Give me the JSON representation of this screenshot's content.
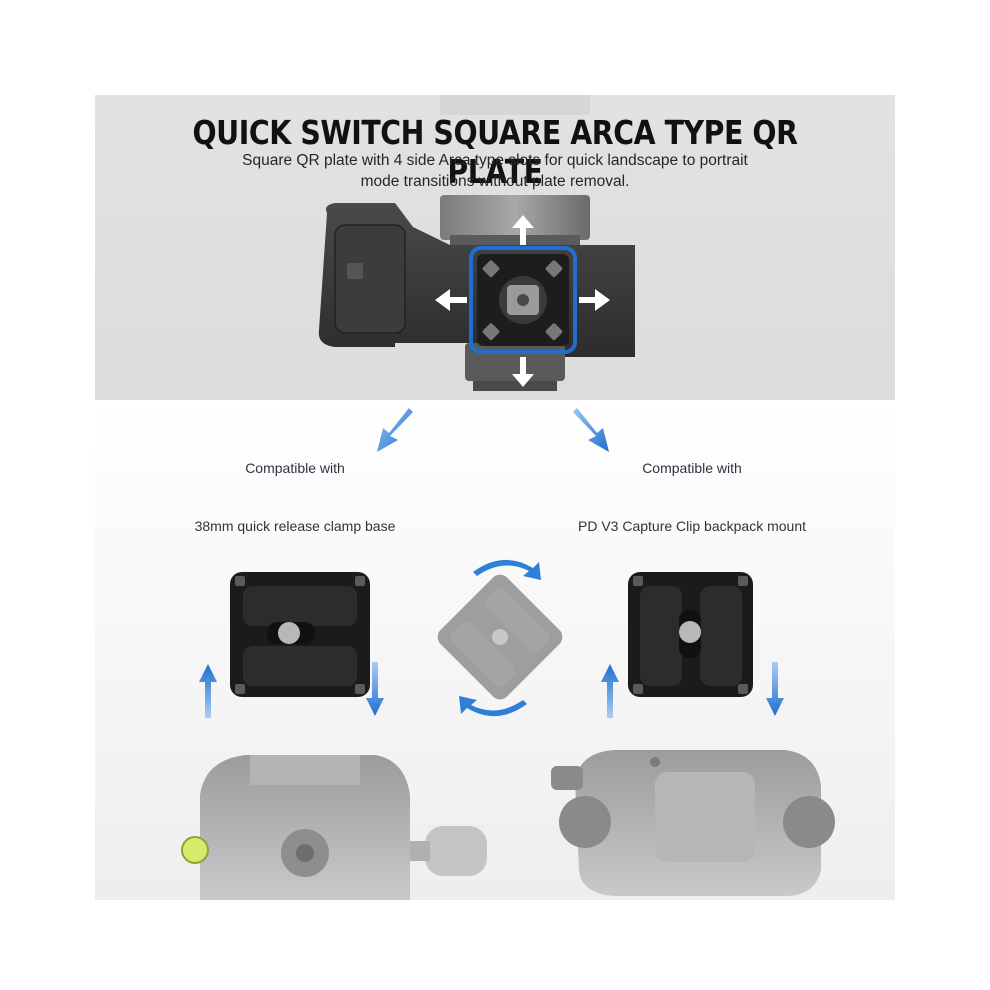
{
  "hero": {
    "title": "QUICK SWITCH SQUARE ARCA TYPE QR PLATE",
    "subtitle_line1": "Square QR plate with 4 side Arca type slots for quick landscape to portrait",
    "subtitle_line2": "mode transitions without plate removal."
  },
  "left_panel": {
    "compatible_label": "Compatible with",
    "product_label": "38mm quick release clamp base"
  },
  "right_panel": {
    "compatible_label": "Compatible with",
    "product_label": "PD V3 Capture Clip backpack mount"
  },
  "colors": {
    "accent_blue": "#1f6fd0",
    "arrow_blue": "#2d7fd8",
    "plate_black": "#1b1b1d",
    "hero_bg": "#dedede"
  }
}
